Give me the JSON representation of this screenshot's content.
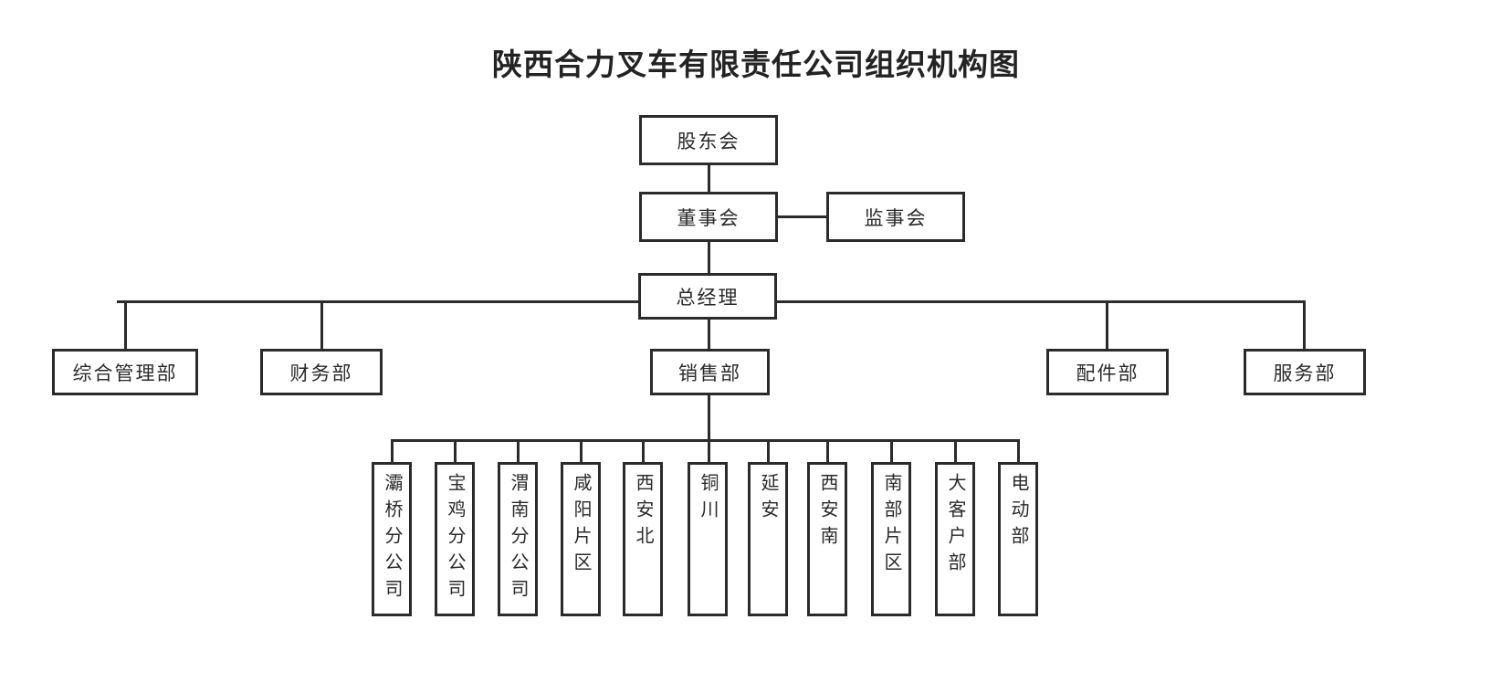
{
  "title": "陕西合力叉车有限责任公司组织机构图",
  "diagram": {
    "type": "org-chart",
    "orientation": "top-down",
    "levels": [
      {
        "level": 1,
        "nodes": [
          {
            "id": "shareholders",
            "label": "股东会",
            "text_direction": "horizontal"
          }
        ]
      },
      {
        "level": 2,
        "nodes": [
          {
            "id": "board-directors",
            "label": "董事会",
            "text_direction": "horizontal"
          },
          {
            "id": "board-supervisors",
            "label": "监事会",
            "text_direction": "horizontal"
          }
        ]
      },
      {
        "level": 3,
        "nodes": [
          {
            "id": "general-manager",
            "label": "总经理",
            "text_direction": "horizontal"
          }
        ]
      },
      {
        "level": 4,
        "nodes": [
          {
            "id": "dept-general-admin",
            "label": "综合管理部",
            "text_direction": "horizontal"
          },
          {
            "id": "dept-finance",
            "label": "财务部",
            "text_direction": "horizontal"
          },
          {
            "id": "dept-sales",
            "label": "销售部",
            "text_direction": "horizontal"
          },
          {
            "id": "dept-parts",
            "label": "配件部",
            "text_direction": "horizontal"
          },
          {
            "id": "dept-service",
            "label": "服务部",
            "text_direction": "horizontal"
          }
        ]
      },
      {
        "level": 5,
        "parent": "dept-sales",
        "nodes": [
          {
            "id": "branch-baqiao",
            "label": "灞桥分公司",
            "text_direction": "vertical"
          },
          {
            "id": "branch-baoji",
            "label": "宝鸡分公司",
            "text_direction": "vertical"
          },
          {
            "id": "branch-weinan",
            "label": "渭南分公司",
            "text_direction": "vertical"
          },
          {
            "id": "area-xianyang",
            "label": "咸阳片区",
            "text_direction": "vertical"
          },
          {
            "id": "area-xian-north",
            "label": "西安北",
            "text_direction": "vertical"
          },
          {
            "id": "area-tongchuan",
            "label": "铜川",
            "text_direction": "vertical"
          },
          {
            "id": "area-yanan",
            "label": "延安",
            "text_direction": "vertical"
          },
          {
            "id": "area-xian-south",
            "label": "西安南",
            "text_direction": "vertical"
          },
          {
            "id": "area-south",
            "label": "南部片区",
            "text_direction": "vertical"
          },
          {
            "id": "dept-key-accounts",
            "label": "大客户部",
            "text_direction": "vertical"
          },
          {
            "id": "dept-electric",
            "label": "电动部",
            "text_direction": "vertical"
          }
        ]
      }
    ],
    "edges": [
      {
        "from": "shareholders",
        "to": "board-directors"
      },
      {
        "from": "board-directors",
        "to": "board-supervisors"
      },
      {
        "from": "board-directors",
        "to": "general-manager"
      },
      {
        "from": "general-manager",
        "to": "dept-general-admin"
      },
      {
        "from": "general-manager",
        "to": "dept-finance"
      },
      {
        "from": "general-manager",
        "to": "dept-sales"
      },
      {
        "from": "general-manager",
        "to": "dept-parts"
      },
      {
        "from": "general-manager",
        "to": "dept-service"
      },
      {
        "from": "dept-sales",
        "to": "branch-baqiao"
      },
      {
        "from": "dept-sales",
        "to": "branch-baoji"
      },
      {
        "from": "dept-sales",
        "to": "branch-weinan"
      },
      {
        "from": "dept-sales",
        "to": "area-xianyang"
      },
      {
        "from": "dept-sales",
        "to": "area-xian-north"
      },
      {
        "from": "dept-sales",
        "to": "area-tongchuan"
      },
      {
        "from": "dept-sales",
        "to": "area-yanan"
      },
      {
        "from": "dept-sales",
        "to": "area-xian-south"
      },
      {
        "from": "dept-sales",
        "to": "area-south"
      },
      {
        "from": "dept-sales",
        "to": "dept-key-accounts"
      },
      {
        "from": "dept-sales",
        "to": "dept-electric"
      }
    ]
  },
  "colors": {
    "border": "#2b2b2b",
    "box_fill": "#ffffff",
    "text": "#2a2a2a",
    "title_text": "#232323",
    "background": "#ffffff"
  }
}
